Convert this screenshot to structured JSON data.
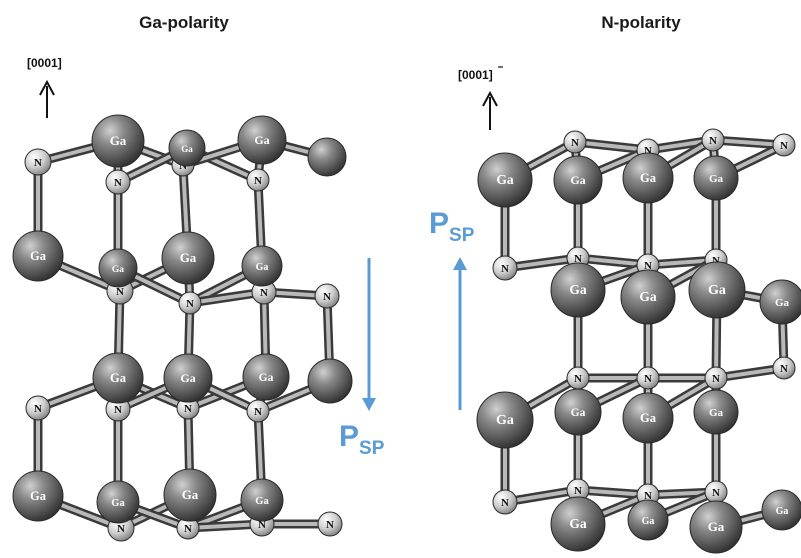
{
  "panels": [
    {
      "id": "ga",
      "title": "Ga-polarity",
      "direction": "[0001]",
      "direction_overbar": false,
      "polarization": {
        "main": "P",
        "sub": "SP",
        "direction": "down"
      }
    },
    {
      "id": "n",
      "title": "N-polarity",
      "direction": "[0001]",
      "direction_overbar": true,
      "polarization": {
        "main": "P",
        "sub": "SP",
        "direction": "up"
      }
    }
  ],
  "atoms": {
    "gallium": "Ga",
    "nitrogen": "N"
  },
  "colors": {
    "polarization": "#5b9bd5",
    "gallium_atom": "#5a5a5a",
    "nitrogen_atom": "#cfcfcf",
    "bond": "#6e6e6e"
  }
}
